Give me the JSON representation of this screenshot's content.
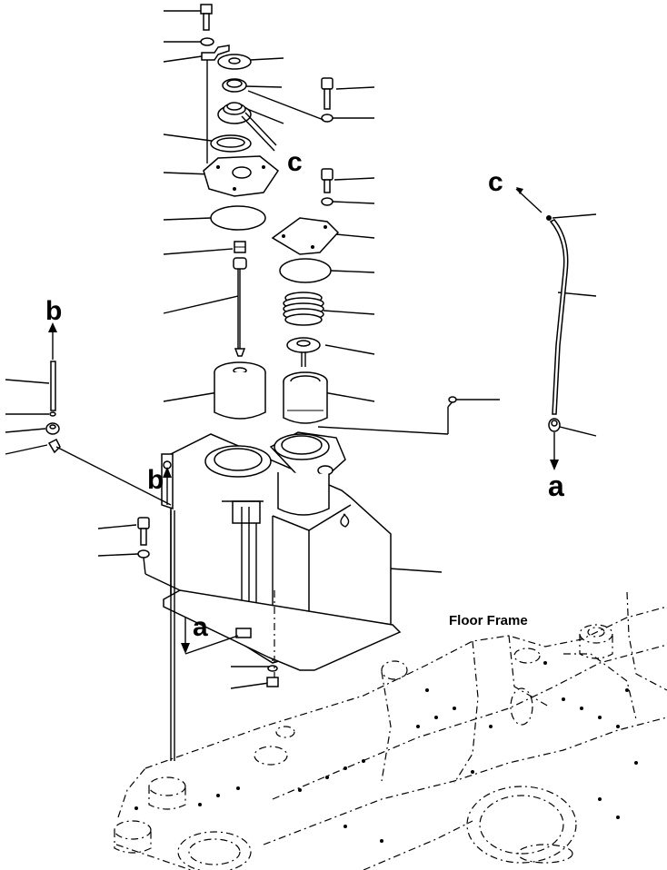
{
  "labels": {
    "ref_c_top": "c",
    "ref_c_right": "c",
    "ref_b_left": "b",
    "ref_b_tank": "b",
    "ref_a_right": "a",
    "ref_a_tank": "a",
    "floor_frame": "Floor Frame"
  },
  "colors": {
    "ink": "#000000",
    "paper": "#ffffff"
  }
}
